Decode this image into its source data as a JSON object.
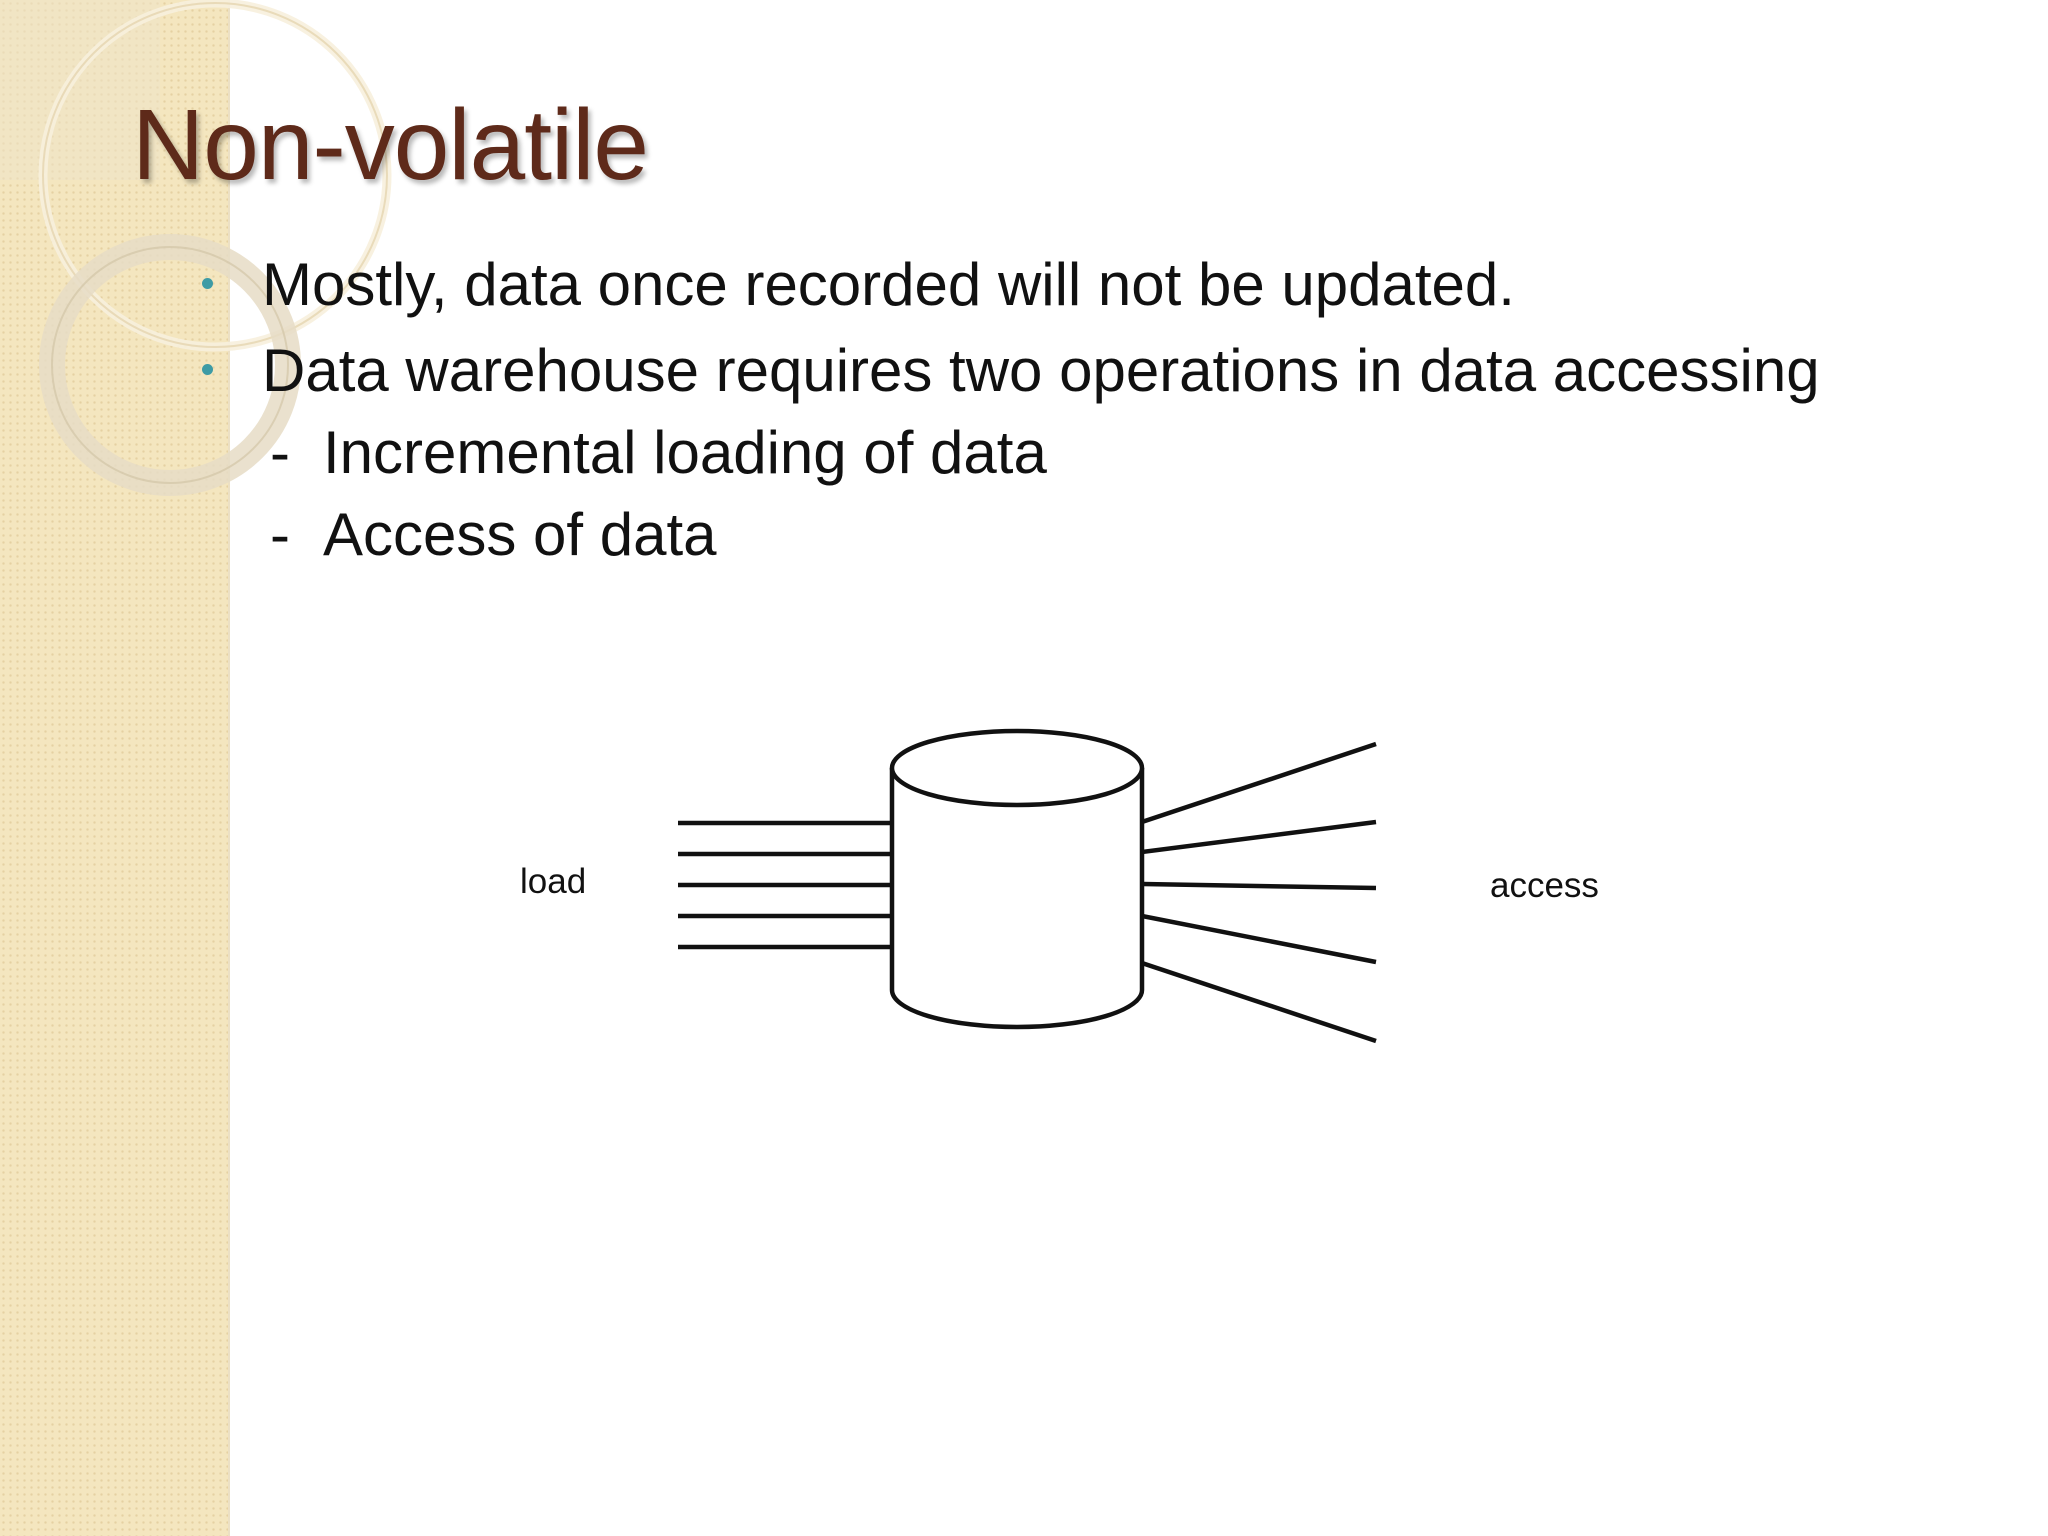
{
  "slide": {
    "title": "Non-volatile",
    "bullets": [
      "Mostly, data once recorded will not be updated.",
      "Data warehouse requires two operations in data accessing"
    ],
    "sub_items": [
      {
        "dash": "-",
        "text": "Incremental loading of data"
      },
      {
        "dash": "-",
        "text": "Access of data"
      }
    ]
  },
  "diagram": {
    "load_label": "load",
    "access_label": "access"
  },
  "colors": {
    "title": "#5e2a1a",
    "bullet": "#3d9ba5",
    "sidebar": "#f4e6bf"
  }
}
